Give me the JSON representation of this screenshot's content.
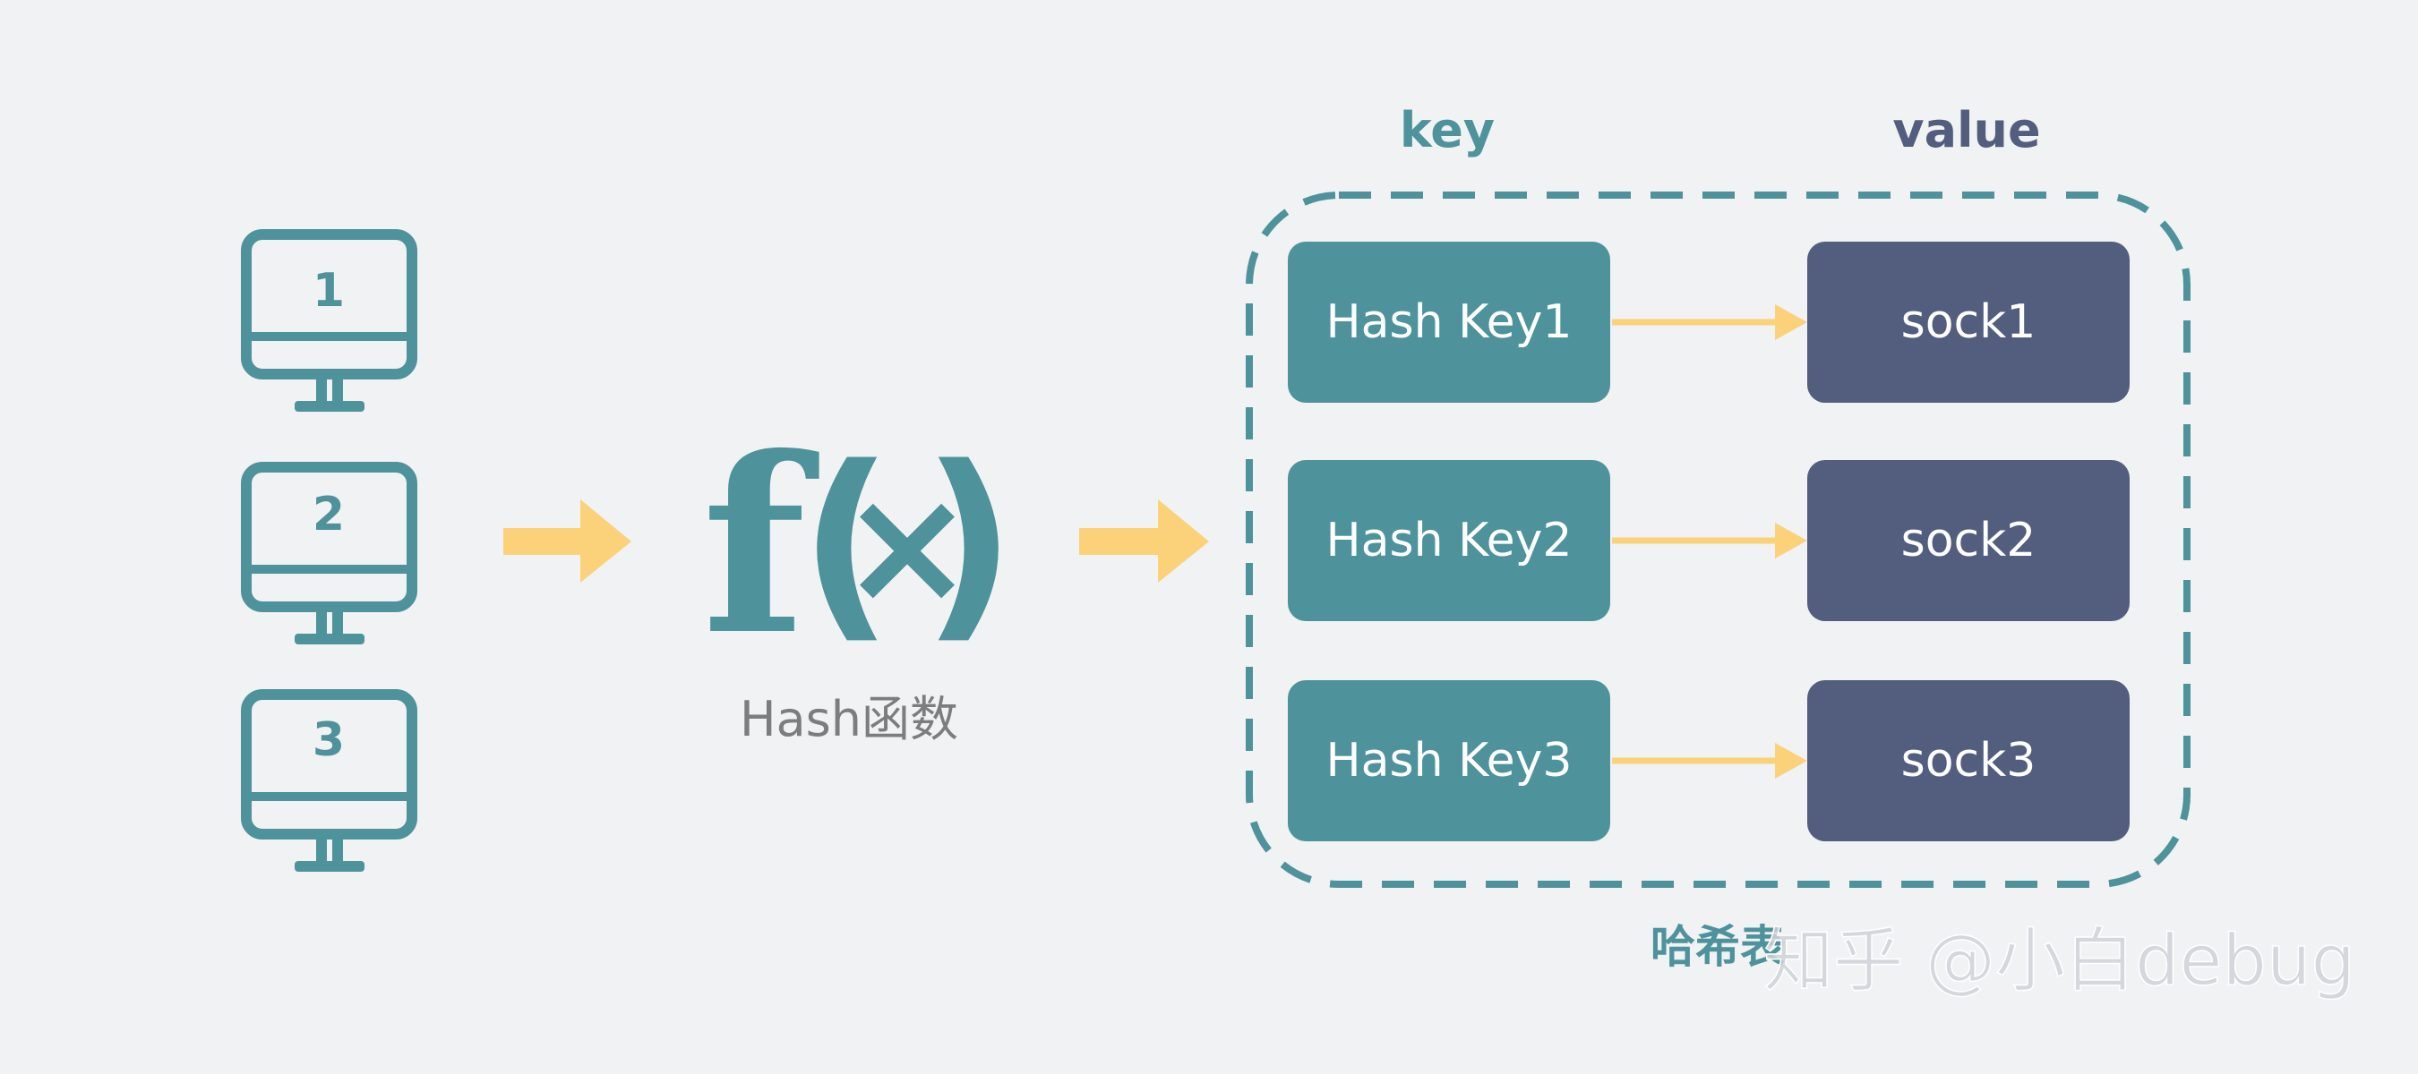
{
  "colors": {
    "background": "#f1f2f4",
    "teal": "#4e929c",
    "slate": "#535d7e",
    "arrow": "#fbd27a",
    "caption_gray": "#7d7d7d",
    "watermark": "#cfd2d6"
  },
  "clients": [
    {
      "label": "1",
      "icon": "monitor-icon"
    },
    {
      "label": "2",
      "icon": "monitor-icon"
    },
    {
      "label": "3",
      "icon": "monitor-icon"
    }
  ],
  "hash_function": {
    "symbol_f": "f",
    "symbol_open": "(",
    "symbol_x": "×",
    "symbol_close": ")",
    "caption": "Hash函数"
  },
  "table": {
    "key_header": "key",
    "value_header": "value",
    "caption": "哈希表",
    "rows": [
      {
        "key": "Hash Key1",
        "value": "sock1"
      },
      {
        "key": "Hash Key2",
        "value": "sock2"
      },
      {
        "key": "Hash Key3",
        "value": "sock3"
      }
    ]
  },
  "watermark": "知乎 @小白debug"
}
